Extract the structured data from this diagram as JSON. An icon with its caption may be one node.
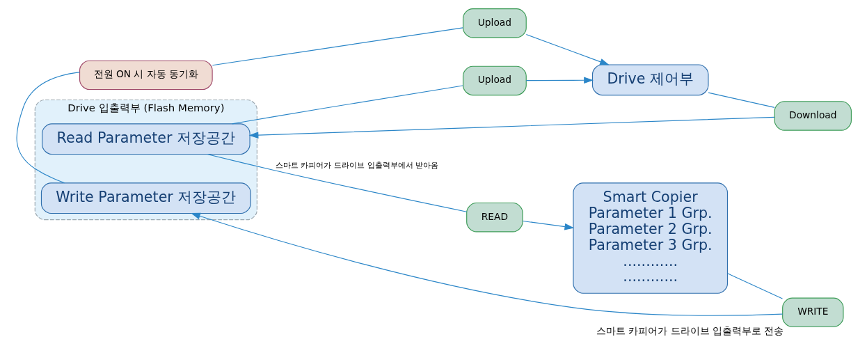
{
  "diagram": {
    "nodes": [
      {
        "text": [
          "Upload"
        ]
      },
      {
        "text": [
          "전원 ON 시 자동 동기화"
        ]
      },
      {
        "text": [
          "Drive 입출력부 (Flash Memory)"
        ]
      },
      {
        "text": [
          "Read Parameter 저장공간"
        ],
        "in": 2
      },
      {
        "text": [
          "Write Parameter 저장공간"
        ],
        "in": 2
      },
      {
        "text": [
          "Drive 제어부"
        ]
      },
      {
        "text": [
          "Upload"
        ]
      },
      {
        "text": [
          "Download"
        ]
      },
      {
        "text": [
          "Smart Copier",
          "Parameter 1 Grp.",
          "Parameter 2 Grp.",
          "Parameter 3 Grp.",
          "............",
          "............"
        ]
      },
      {
        "text": [
          "WRITE"
        ],
        "beside": [
          "스마트 카피어가 드라이브 입출력부로 전송"
        ]
      },
      {
        "text": [
          "READ"
        ]
      }
    ],
    "edges": [
      {
        "from": 4,
        "to": 1,
        "arrow": "none"
      },
      {
        "from": 1,
        "to": 0,
        "arrow": "none"
      },
      {
        "from": 0,
        "to": 5,
        "arrow": "to"
      },
      {
        "from": 3,
        "to": 6,
        "arrow": "none"
      },
      {
        "from": 6,
        "to": 5,
        "arrow": "to"
      },
      {
        "from": 5,
        "to": 7,
        "arrow": "none"
      },
      {
        "from": 7,
        "to": 3,
        "arrow": "to"
      },
      {
        "from": 8,
        "to": 9,
        "arrow": "none"
      },
      {
        "from": 9,
        "to": 4,
        "arrow": "to"
      },
      {
        "from": 3,
        "to": 10,
        "arrow": "none",
        "label": "스마트 카피어가 드라이브 입출력부에서 받아옴"
      },
      {
        "from": 10,
        "to": 8,
        "arrow": "to"
      }
    ]
  }
}
